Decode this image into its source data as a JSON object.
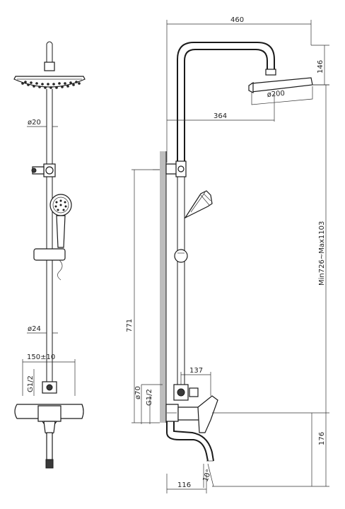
{
  "dimensions": {
    "d20": "ø20",
    "d24": "ø24",
    "centers": "150±10",
    "thread_left": "G1/2",
    "thread_right": "G1/2",
    "d70": "ø70",
    "arm_width": "460",
    "head_height": "146",
    "head_diameter": "ø200",
    "arm_reach": "364",
    "bar_length": "771",
    "adjust_range": "Min726~Max1103",
    "mixer_offset": "137",
    "spout_height": "176",
    "spout_length": "116",
    "spout_angle": "10°"
  }
}
